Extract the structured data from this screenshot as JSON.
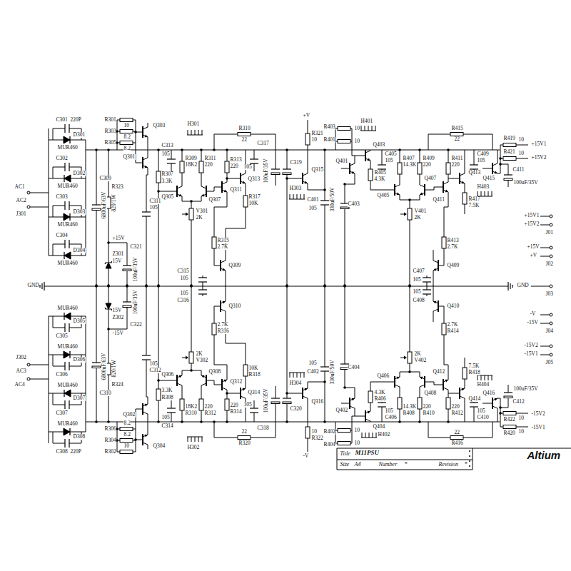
{
  "diagram": {
    "labels": [
      "C301",
      "220P",
      "D301",
      "MUR460",
      "C302",
      "D302",
      "MUR460",
      "C303",
      "D303",
      "MUR460",
      "C304",
      "D304",
      "MUR460",
      "AC1",
      "AC2",
      "J301",
      "6800uF/63V",
      "C309",
      "820/1W",
      "R323",
      "+15V",
      "C321",
      "100uF/35V",
      "Z301",
      "15V",
      "C311",
      "105",
      "R301",
      "10",
      "R303",
      "8.2",
      "R305",
      "8.2",
      "Q303",
      "Q301",
      "R307",
      "3.3K",
      "C313",
      "105",
      "R309",
      "18K2",
      "H301",
      "R311",
      "220",
      "Q305",
      "Q307",
      "V301",
      "2K",
      "Q311",
      "R310",
      "22",
      "R313",
      "220",
      "C317",
      "105",
      "100uF/35V",
      "C319",
      "Q313",
      "R317",
      "10K",
      "R315",
      "2.7K",
      "C315",
      "105",
      "Q309",
      "H303",
      "Q315",
      "+V",
      "R321",
      "10",
      "C401",
      "105",
      "330uF/50V",
      "C403",
      "R403",
      "10",
      "R401",
      "10",
      "H401",
      "Q403",
      "Q401",
      "R405",
      "4.3K",
      "C405",
      "105",
      "R407",
      "14.3K",
      "R409",
      "220",
      "R411",
      "220",
      "C409",
      "105",
      "R415",
      "22",
      "Q413",
      "Q415",
      "R419",
      "10",
      "+15V1",
      "R421",
      "10",
      "+15V2",
      "C411",
      "100uF/35V",
      "H403",
      "Q405",
      "Q407",
      "Q411",
      "V401",
      "2K",
      "R417",
      "7.5K",
      "R413",
      "2.7K",
      "C407",
      "105",
      "Q409",
      "+15V1",
      "+15V2",
      "J01",
      "+15V",
      "+V",
      "J02",
      "GND",
      "J03",
      "-V",
      "-15V",
      "J04",
      "-15V2",
      "-15V1",
      "J05",
      "GND",
      "C308",
      "220P",
      "D308",
      "MUR460",
      "C307",
      "D307",
      "MUR460",
      "C306",
      "D306",
      "MUR460",
      "C305",
      "D305",
      "MUR460",
      "AC4",
      "AC3",
      "J302",
      "6800uF/63V",
      "C310",
      "820/1W",
      "R324",
      "-15V",
      "C322",
      "100uF/35V",
      "Z302",
      "15V",
      "C312",
      "105",
      "R302",
      "10",
      "R304",
      "8.2",
      "R306",
      "8.2",
      "Q304",
      "Q302",
      "R308",
      "3.3K",
      "C314",
      "105",
      "R310",
      "18K2",
      "H302",
      "R312",
      "220",
      "Q306",
      "Q308",
      "V302",
      "2K",
      "Q312",
      "R320",
      "22",
      "R314",
      "220",
      "C318",
      "105",
      "100uF/35V",
      "C320",
      "Q314",
      "R318",
      "10K",
      "R316",
      "2.7K",
      "C316",
      "105",
      "Q310",
      "H304",
      "Q316",
      "-V",
      "R322",
      "10",
      "C402",
      "105",
      "330uF/50V",
      "C404",
      "R404",
      "10",
      "R402",
      "10",
      "H402",
      "Q404",
      "Q402",
      "R406",
      "4.3K",
      "C406",
      "105",
      "R408",
      "14.3K",
      "R410",
      "220",
      "R412",
      "220",
      "C410",
      "105",
      "R416",
      "22",
      "Q414",
      "Q416",
      "R420",
      "10",
      "-15V1",
      "R422",
      "10",
      "-15V2",
      "C412",
      "100uF/35V",
      "H404",
      "Q406",
      "Q408",
      "Q412",
      "V402",
      "2K",
      "R418",
      "7.5K",
      "R414",
      "2.7K",
      "C408",
      "105",
      "Q410",
      "Title",
      "M11PSU",
      "Size",
      "A4",
      "Number",
      "*",
      "Revision",
      "*",
      "Altium"
    ]
  }
}
